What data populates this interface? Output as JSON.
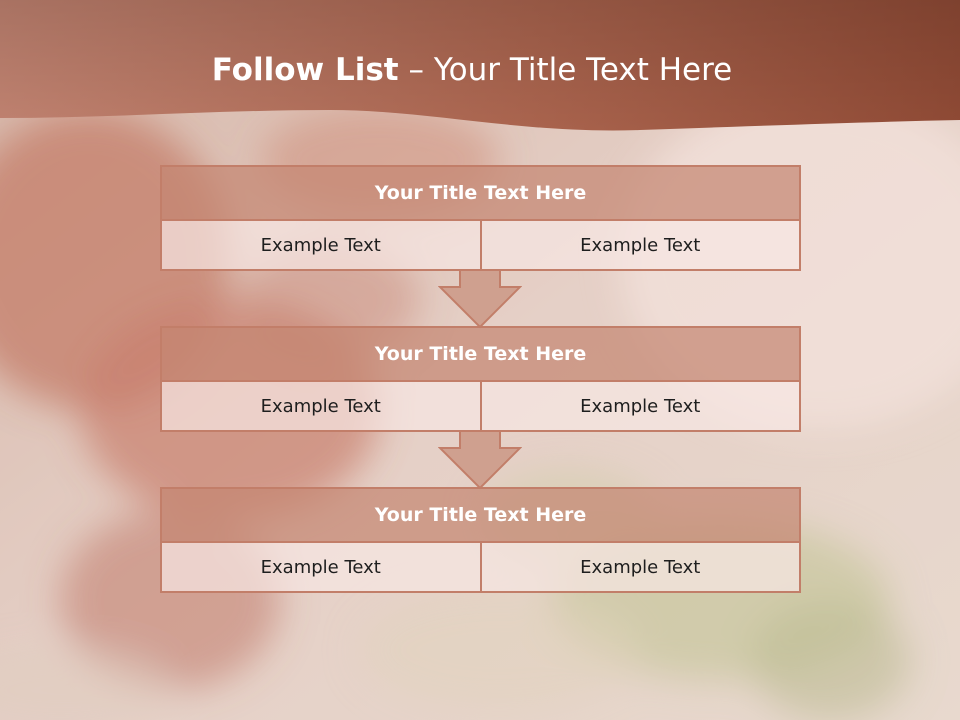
{
  "slide": {
    "title_bold": "Follow List",
    "title_rest": " – Your Title Text Here"
  },
  "blocks": [
    {
      "title": "Your Title Text Here",
      "cells": [
        "Example Text",
        "Example Text"
      ]
    },
    {
      "title": "Your Title Text Here",
      "cells": [
        "Example Text",
        "Example Text"
      ]
    },
    {
      "title": "Your Title Text Here",
      "cells": [
        "Example Text",
        "Example Text"
      ]
    }
  ],
  "colors": {
    "header_band": "#b8705a",
    "block_border": "#c27e69",
    "block_header": "#cfa08f",
    "block_cell": "#f3e4e0"
  },
  "icons": [
    "down-arrow-icon",
    "down-arrow-icon"
  ]
}
